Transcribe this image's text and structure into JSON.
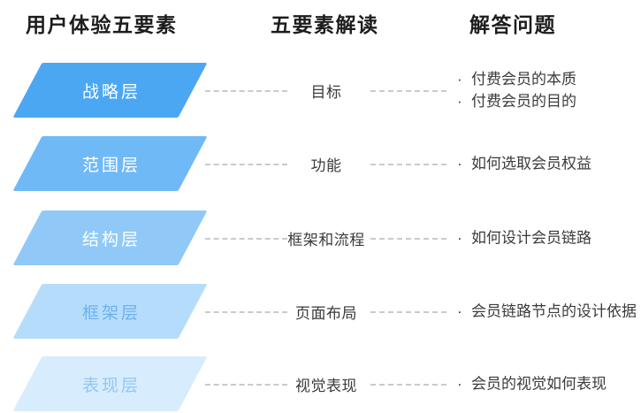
{
  "bullet_char": "·",
  "colors": {
    "layer_fills": [
      "#4ca7f3",
      "#6fb9f7",
      "#90c9f8",
      "#b5ddfb",
      "#d7ecfd"
    ],
    "layer_text_colors": [
      "#ffffff",
      "#ffffff",
      "#ffffff",
      "#6db1ee",
      "#92c7f3"
    ],
    "dash_color": "#cacaca",
    "header_text_color": "#1d1d1d",
    "body_text_color": "#3b3b3b",
    "background": "#ffffff"
  },
  "headers": {
    "col1": "用户体验五要素",
    "col2": "五要素解读",
    "col3": "解答问题"
  },
  "rows": [
    {
      "layer": "战略层",
      "interpretation": "目标",
      "answers": [
        "付费会员的本质",
        "付费会员的目的"
      ]
    },
    {
      "layer": "范围层",
      "interpretation": "功能",
      "answers": [
        "如何选取会员权益"
      ]
    },
    {
      "layer": "结构层",
      "interpretation": "框架和流程",
      "answers": [
        "如何设计会员链路"
      ]
    },
    {
      "layer": "框架层",
      "interpretation": "页面布局",
      "answers": [
        "会员链路节点的设计依据"
      ]
    },
    {
      "layer": "表现层",
      "interpretation": "视觉表现",
      "answers": [
        "会员的视觉如何表现"
      ]
    }
  ]
}
